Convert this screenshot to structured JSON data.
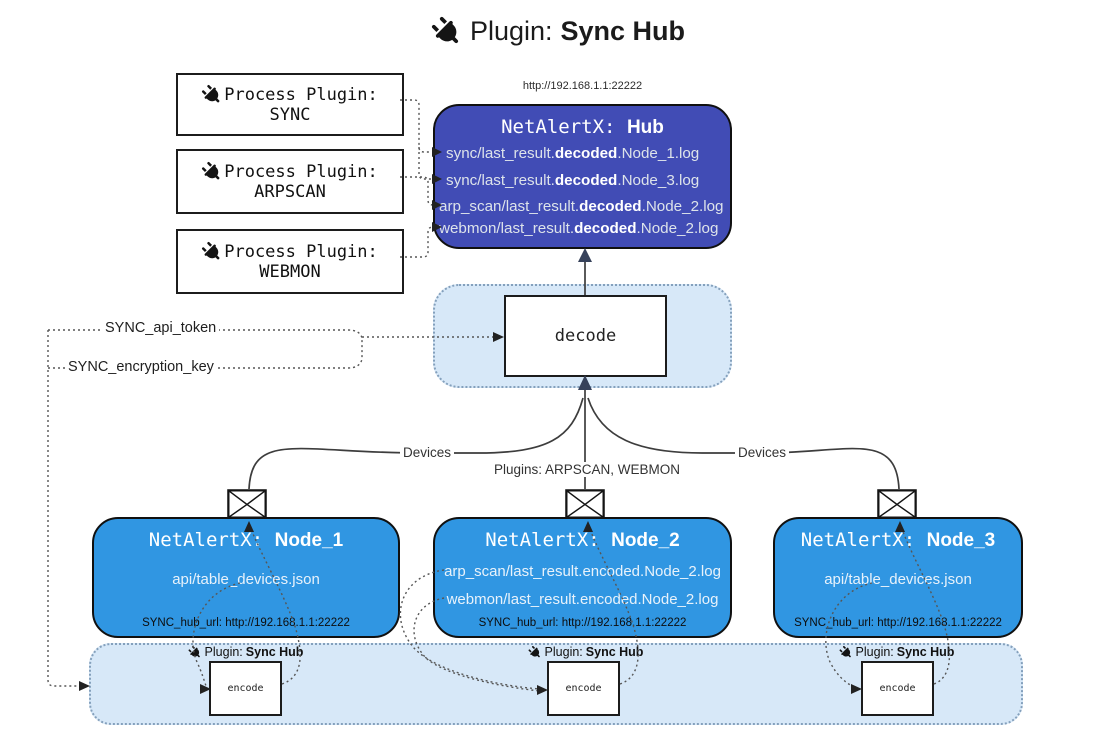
{
  "title": {
    "prefix": "Plugin:",
    "name": "Sync Hub",
    "icon": "plug-icon"
  },
  "process_plugins": [
    {
      "label": "Process Plugin:",
      "name": "SYNC"
    },
    {
      "label": "Process Plugin:",
      "name": "ARPSCAN"
    },
    {
      "label": "Process Plugin:",
      "name": "WEBMON"
    }
  ],
  "hub": {
    "url_above": "http://192.168.1.1:22222",
    "title_prefix": "NetAlertX:",
    "title_name": "Hub",
    "entries": [
      {
        "pre": "sync/last_result.",
        "bold": "decoded",
        "post": ".Node_1.log"
      },
      {
        "pre": "sync/last_result.",
        "bold": "decoded",
        "post": ".Node_3.log"
      },
      {
        "pre": "arp_scan/last_result.",
        "bold": "decoded",
        "post": ".Node_2.log"
      },
      {
        "pre": "webmon/last_result.",
        "bold": "decoded",
        "post": ".Node_2.log"
      }
    ]
  },
  "decode_box": {
    "label": "decode"
  },
  "config_labels": {
    "api_token": "SYNC_api_token",
    "encryption_key": "SYNC_encryption_key"
  },
  "edge_labels": {
    "left": "Devices",
    "center": "Plugins: ARPSCAN, WEBMON",
    "right": "Devices"
  },
  "nodes": [
    {
      "title_prefix": "NetAlertX:",
      "title_name": "Node_1",
      "files": [
        "api/table_devices.json"
      ],
      "hub_url": "SYNC_hub_url: http://192.168.1.1:22222"
    },
    {
      "title_prefix": "NetAlertX:",
      "title_name": "Node_2",
      "files": [
        "arp_scan/last_result.encoded.Node_2.log",
        "webmon/last_result.encoded.Node_2.log"
      ],
      "hub_url": "SYNC_hub_url: http://192.168.1.1:22222"
    },
    {
      "title_prefix": "NetAlertX:",
      "title_name": "Node_3",
      "files": [
        "api/table_devices.json"
      ],
      "hub_url": "SYNC_hub_url: http://192.168.1.1:22222"
    }
  ],
  "encode_sections": [
    {
      "plugin_prefix": "Plugin:",
      "plugin_name": "Sync Hub",
      "box_label": "encode"
    },
    {
      "plugin_prefix": "Plugin:",
      "plugin_name": "Sync Hub",
      "box_label": "encode"
    },
    {
      "plugin_prefix": "Plugin:",
      "plugin_name": "Sync Hub",
      "box_label": "encode"
    }
  ],
  "icons": {
    "plug": "plug-icon",
    "envelope": "envelope-icon"
  },
  "colors": {
    "hub_fill": "#414CB5",
    "node_fill": "#3096E2",
    "panel_fill": "#D7E8F8",
    "line": "#3D3D3D",
    "arrowhead": "#36415A"
  }
}
